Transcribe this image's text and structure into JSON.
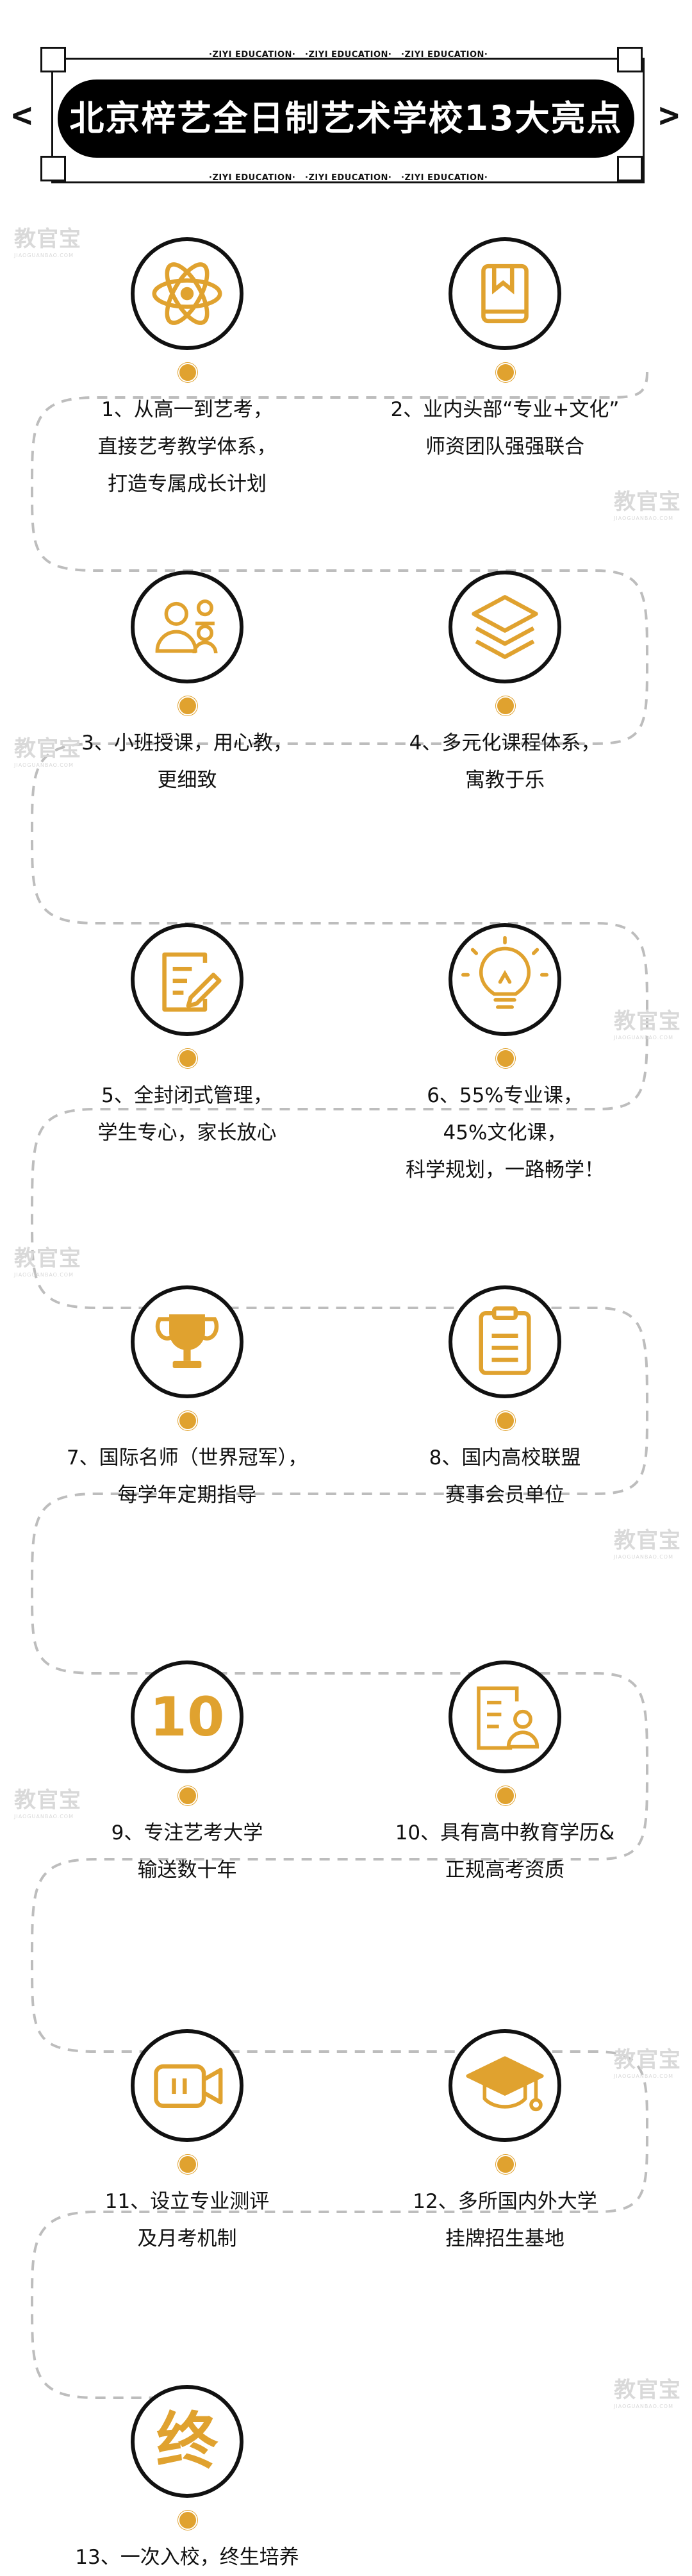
{
  "header": {
    "title": "北京梓艺全日制艺术学校13大亮点",
    "tag": "·ZIYI EDUCATION·",
    "left_arrow": "<",
    "right_arrow": ">"
  },
  "watermark": {
    "text": "教官宝",
    "sub": "JIAOGUANBAO.COM"
  },
  "colors": {
    "accent": "#e0a22f",
    "text": "#111111",
    "path": "#bdbdbd"
  },
  "items": [
    {
      "icon": "atom-icon",
      "lines": [
        "1、从高一到艺考，",
        "直接艺考教学体系，",
        "打造专属成长计划"
      ]
    },
    {
      "icon": "bookmark-book-icon",
      "lines": [
        "2、业内头部“专业+文化”",
        "师资团队强强联合"
      ]
    },
    {
      "icon": "users-group-icon",
      "lines": [
        "3、小班授课，用心教，",
        "更细致"
      ]
    },
    {
      "icon": "layers-icon",
      "lines": [
        "4、多元化课程体系，",
        "寓教于乐"
      ]
    },
    {
      "icon": "edit-document-icon",
      "lines": [
        "5、全封闭式管理，",
        "学生专心，家长放心"
      ]
    },
    {
      "icon": "lightbulb-icon",
      "lines": [
        "6、55%专业课，",
        "45%文化课，",
        "科学规划，一路畅学！"
      ]
    },
    {
      "icon": "trophy-icon",
      "lines": [
        "7、国际名师（世界冠军），",
        "每学年定期指导"
      ]
    },
    {
      "icon": "clipboard-icon",
      "lines": [
        "8、国内高校联盟",
        "赛事会员单位"
      ]
    },
    {
      "icon": "number-ten-icon",
      "icon_text": "10",
      "lines": [
        "9、专注艺考大学",
        "输送数十年"
      ]
    },
    {
      "icon": "certificate-user-icon",
      "lines": [
        "10、具有高中教育学历&",
        "正规高考资质"
      ]
    },
    {
      "icon": "video-camera-icon",
      "lines": [
        "11、设立专业测评",
        "及月考机制"
      ]
    },
    {
      "icon": "graduation-cap-icon",
      "lines": [
        "12、多所国内外大学",
        "挂牌招生基地"
      ]
    },
    {
      "icon": "end-character-icon",
      "icon_text": "终",
      "lines": [
        "13、一次入校，终生培养"
      ]
    }
  ]
}
